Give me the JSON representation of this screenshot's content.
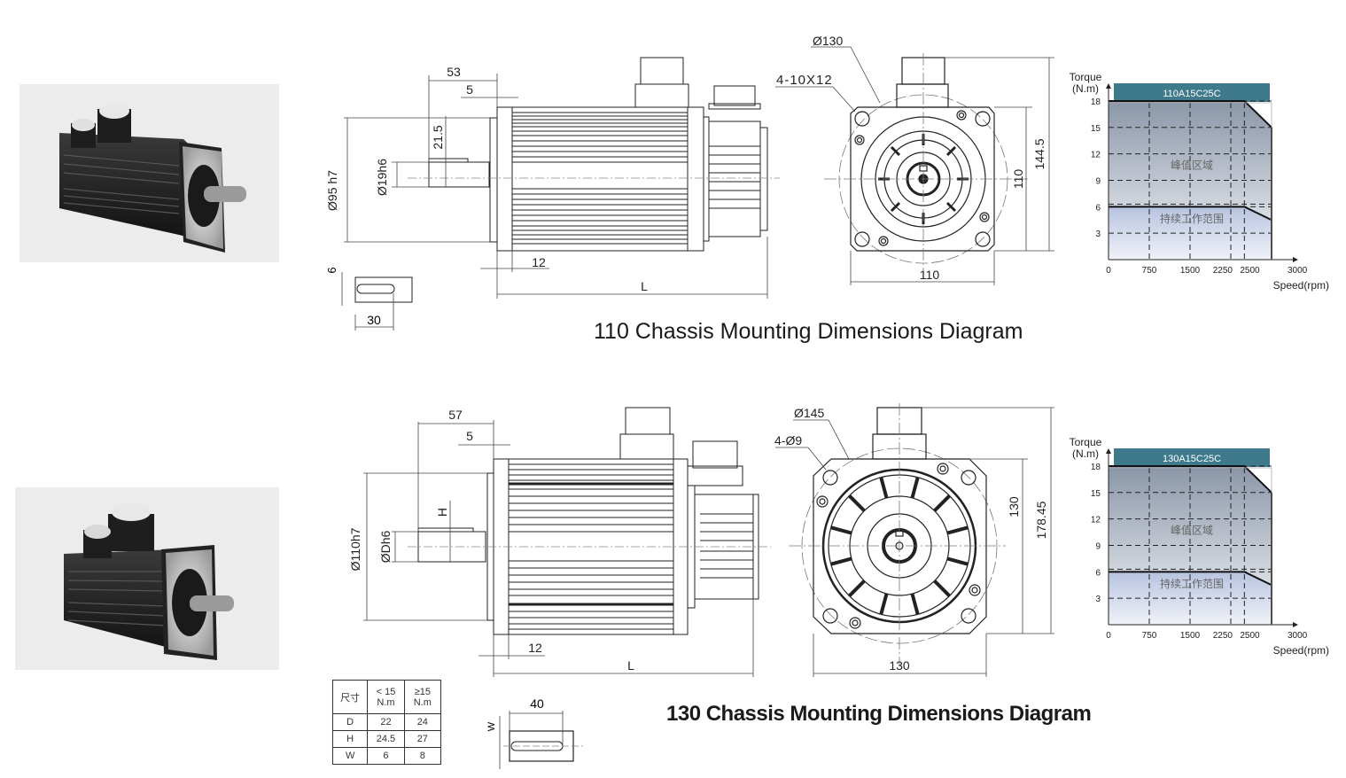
{
  "sections": [
    {
      "id": "110",
      "title": "110 Chassis Mounting Dimensions Diagram",
      "side_view": {
        "dims": {
          "shaft_len": "53",
          "spigot": "5",
          "key_h": "21.5",
          "shaft_dia": "Ø19h6",
          "spigot_dia": "Ø95 h7",
          "flange_thk": "12",
          "length": "L"
        },
        "key": {
          "width": "6",
          "length": "30"
        }
      },
      "front_view": {
        "pcd": "Ø130",
        "holes": "4-10X12",
        "height": "144.5",
        "flange_v": "110",
        "flange_h": "110"
      }
    },
    {
      "id": "130",
      "title": "130 Chassis Mounting Dimensions Diagram",
      "side_view": {
        "dims": {
          "shaft_len": "57",
          "spigot": "5",
          "key_h": "H",
          "shaft_dia": "ØDh6",
          "spigot_dia": "Ø110h7",
          "flange_thk": "12",
          "length": "L"
        },
        "key": {
          "width": "W",
          "length": "40"
        }
      },
      "front_view": {
        "pcd": "Ø145",
        "holes": "4-Ø9",
        "height": "178.45",
        "flange_v": "130",
        "flange_h": "130"
      }
    }
  ],
  "size_table": {
    "header": [
      "尺寸",
      "< 15\nN.m",
      "≥15\nN.m"
    ],
    "header_lines": [
      [
        "尺寸"
      ],
      [
        "< 15",
        "N.m"
      ],
      [
        "≥15",
        "N.m"
      ]
    ],
    "rows": [
      [
        "D",
        "22",
        "24"
      ],
      [
        "H",
        "24.5",
        "27"
      ],
      [
        "W",
        "6",
        "8"
      ]
    ]
  },
  "colors": {
    "banner": "#3f7a8c",
    "peak_top": "#8a96a8",
    "peak_bottom": "#f4f5f8",
    "cont_top": "#b7c3df",
    "cont_bottom": "#f0f2f8",
    "line": "#111111"
  },
  "chart_data": [
    {
      "type": "area",
      "title": "110A15C25C",
      "xlabel": "Speed(rpm)",
      "ylabel": "Torque (N.m)",
      "ylabel_lines": [
        "Torque",
        "(N.m)"
      ],
      "x_ticks": [
        0,
        750,
        1500,
        2250,
        2500,
        3000
      ],
      "y_ticks": [
        3,
        6,
        9,
        12,
        15,
        18
      ],
      "xlim": [
        0,
        3000
      ],
      "ylim": [
        0,
        19
      ],
      "grid": "dashed",
      "series": [
        {
          "name": "峰值区域",
          "x": [
            0,
            2500,
            3000
          ],
          "y": [
            18,
            18,
            15
          ]
        },
        {
          "name": "持续工作范围",
          "x": [
            0,
            2500,
            3000
          ],
          "y": [
            6,
            6,
            4.5
          ]
        }
      ],
      "extra_dashed_y": 6.3
    },
    {
      "type": "area",
      "title": "130A15C25C",
      "xlabel": "Speed(rpm)",
      "ylabel": "Torque (N.m)",
      "ylabel_lines": [
        "Torque",
        "(N.m)"
      ],
      "x_ticks": [
        0,
        750,
        1500,
        2250,
        2500,
        3000
      ],
      "y_ticks": [
        3,
        6,
        9,
        12,
        15,
        18
      ],
      "xlim": [
        0,
        3000
      ],
      "ylim": [
        0,
        19
      ],
      "grid": "dashed",
      "series": [
        {
          "name": "峰值区域",
          "x": [
            0,
            2500,
            3000
          ],
          "y": [
            18,
            18,
            15
          ]
        },
        {
          "name": "持续工作范围",
          "x": [
            0,
            2500,
            3000
          ],
          "y": [
            6,
            6,
            4.5
          ]
        }
      ],
      "extra_dashed_y": 6.3
    }
  ]
}
